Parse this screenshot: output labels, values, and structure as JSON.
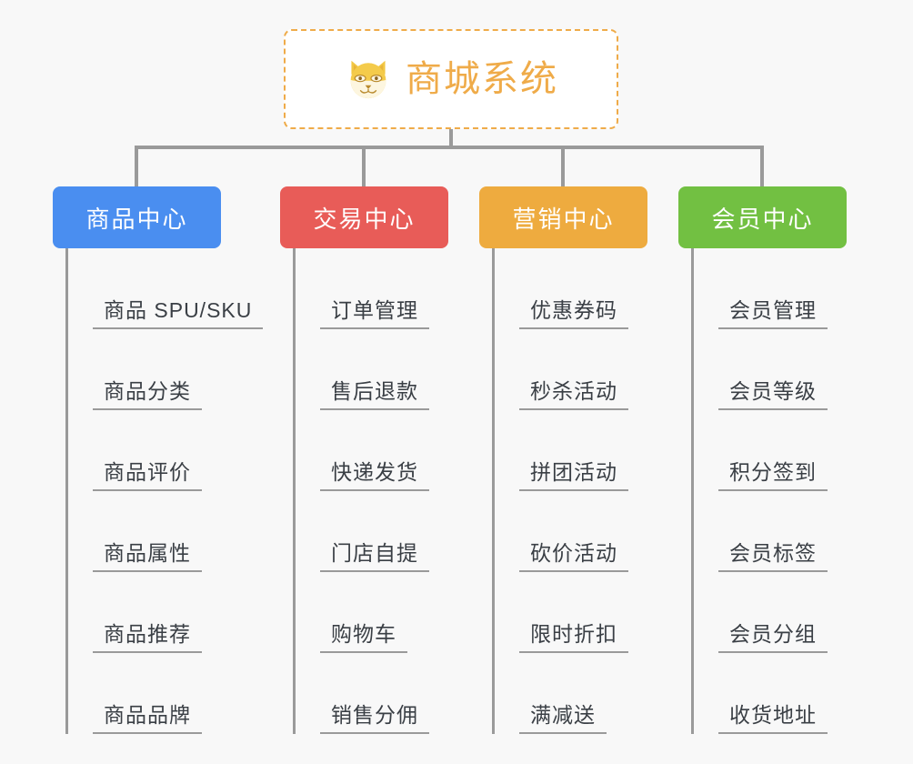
{
  "page": {
    "background_color": "#f8f8f8",
    "line_color": "#9a9a9a"
  },
  "root": {
    "title": "商城系统",
    "icon": "shiba-inu-dog-face-emoji",
    "accent_color": "#efab49",
    "border_style": "dashed",
    "background_color": "#ffffff"
  },
  "categories": [
    {
      "label": "商品中心",
      "color": "#4a8ef0",
      "items": [
        {
          "label": "商品 SPU/SKU"
        },
        {
          "label": "商品分类"
        },
        {
          "label": "商品评价"
        },
        {
          "label": "商品属性"
        },
        {
          "label": "商品推荐"
        },
        {
          "label": "商品品牌"
        }
      ]
    },
    {
      "label": "交易中心",
      "color": "#e85c58",
      "items": [
        {
          "label": "订单管理"
        },
        {
          "label": "售后退款"
        },
        {
          "label": "快递发货"
        },
        {
          "label": "门店自提"
        },
        {
          "label": "购物车"
        },
        {
          "label": "销售分佣"
        }
      ]
    },
    {
      "label": "营销中心",
      "color": "#eeab3f",
      "items": [
        {
          "label": "优惠券码"
        },
        {
          "label": "秒杀活动"
        },
        {
          "label": "拼团活动"
        },
        {
          "label": "砍价活动"
        },
        {
          "label": "限时折扣"
        },
        {
          "label": "满减送"
        }
      ]
    },
    {
      "label": "会员中心",
      "color": "#72c042",
      "items": [
        {
          "label": "会员管理"
        },
        {
          "label": "会员等级"
        },
        {
          "label": "积分签到"
        },
        {
          "label": "会员标签"
        },
        {
          "label": "会员分组"
        },
        {
          "label": "收货地址"
        }
      ]
    }
  ]
}
